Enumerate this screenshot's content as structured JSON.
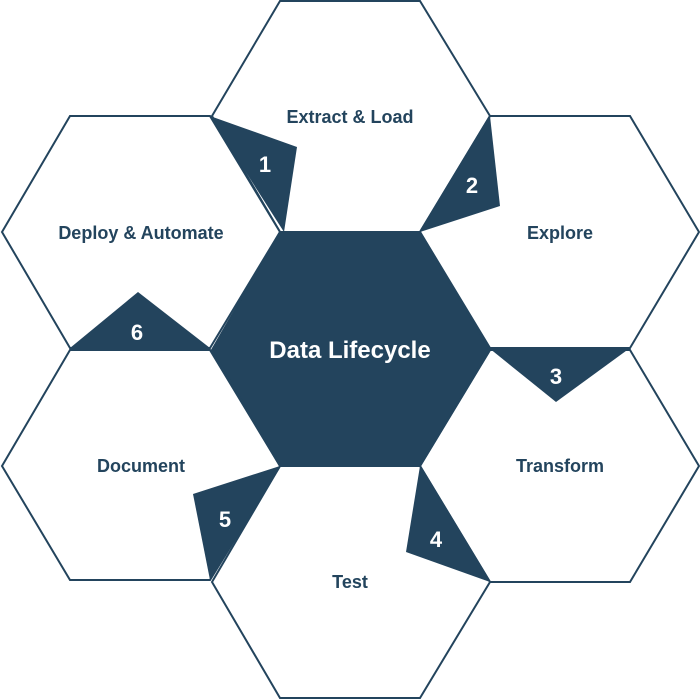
{
  "diagram": {
    "title": "Data Lifecycle",
    "colors": {
      "primary": "#23445d",
      "background": "#ffffff"
    },
    "steps": [
      {
        "number": "1",
        "label": "Extract & Load"
      },
      {
        "number": "2",
        "label": "Explore"
      },
      {
        "number": "3",
        "label": "Transform"
      },
      {
        "number": "4",
        "label": "Test"
      },
      {
        "number": "5",
        "label": "Document"
      },
      {
        "number": "6",
        "label": "Deploy & Automate"
      }
    ]
  }
}
